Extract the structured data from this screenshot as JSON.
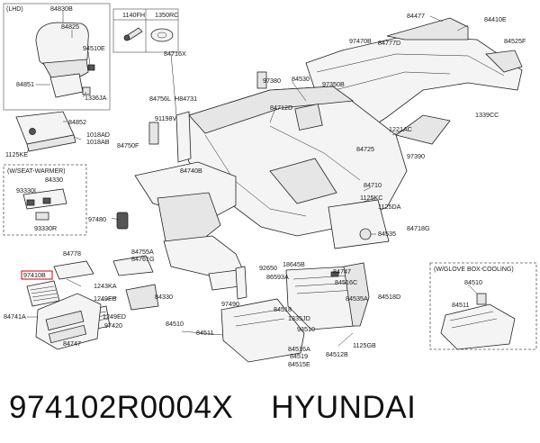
{
  "variant_lhd": "(LHD)",
  "variant_seat_warmer": "(W/SEAT-WARMER)",
  "variant_glove_cooling": "(W/GLOVE BOX-COOLING)",
  "callouts": {
    "c84830B": "84830B",
    "c84825": "84825",
    "c94510E": "94510E",
    "c84851": "84851",
    "c1336JA": "1336JA",
    "c1140FH": "1140FH",
    "c1350RC": "1350RC",
    "c84477": "84477",
    "c84410E": "84410E",
    "c97470B": "97470B",
    "c84777D": "84777D",
    "c84525F": "84525F",
    "c84716X": "84716X",
    "c84756L": "84756L",
    "cH84731": "H84731",
    "c97380": "97380",
    "c84530": "84530",
    "c97350B": "97350B",
    "c84712D": "84712D",
    "c1339CC": "1339CC",
    "c91198V": "91198V",
    "c84852": "84852",
    "c1018AD": "1018AD",
    "c1018AB": "1018AB",
    "c84750F": "84750F",
    "c1125KE": "1125KE",
    "c1221AC": "1221AC",
    "c84725": "84725",
    "c97390": "97390",
    "c84330a": "84330",
    "c93330L": "93330L",
    "c93330R": "93330R",
    "c84740B": "84740B",
    "c84710": "84710",
    "c1125KC": "1125KC",
    "c1125DA": "1125DA",
    "c97480": "97480",
    "c84718G": "84718G",
    "c84535": "84535",
    "c84778": "84778",
    "c84755A": "84755A",
    "c84761G": "84761G",
    "c97410B": "97410B",
    "c1243KA": "1243KA",
    "c1249EB": "1249EB",
    "c84330b": "84330",
    "c1249ED": "1249ED",
    "c97420": "97420",
    "c84741A": "84741A",
    "c84747": "84747",
    "c92650": "92650",
    "c18645B": "18645B",
    "c84747b": "84747",
    "c86593A": "86593A",
    "c84516C": "84516C",
    "c84535A": "84535A",
    "c84518D": "84518D",
    "c97490": "97490",
    "c84518": "84518",
    "c1335JD": "1335JD",
    "c93510": "93510",
    "c84510": "84510",
    "c84511": "84511",
    "c1125GB": "1125GB",
    "c84516A": "84516A",
    "c84519": "84519",
    "c84512B": "84512B",
    "c84515E": "84515E",
    "c84510b": "84510",
    "c84511b": "84511"
  },
  "highlighted_callout": "c97410B",
  "caption_part_number": "974102R0004X",
  "caption_brand": "HYUNDAI"
}
